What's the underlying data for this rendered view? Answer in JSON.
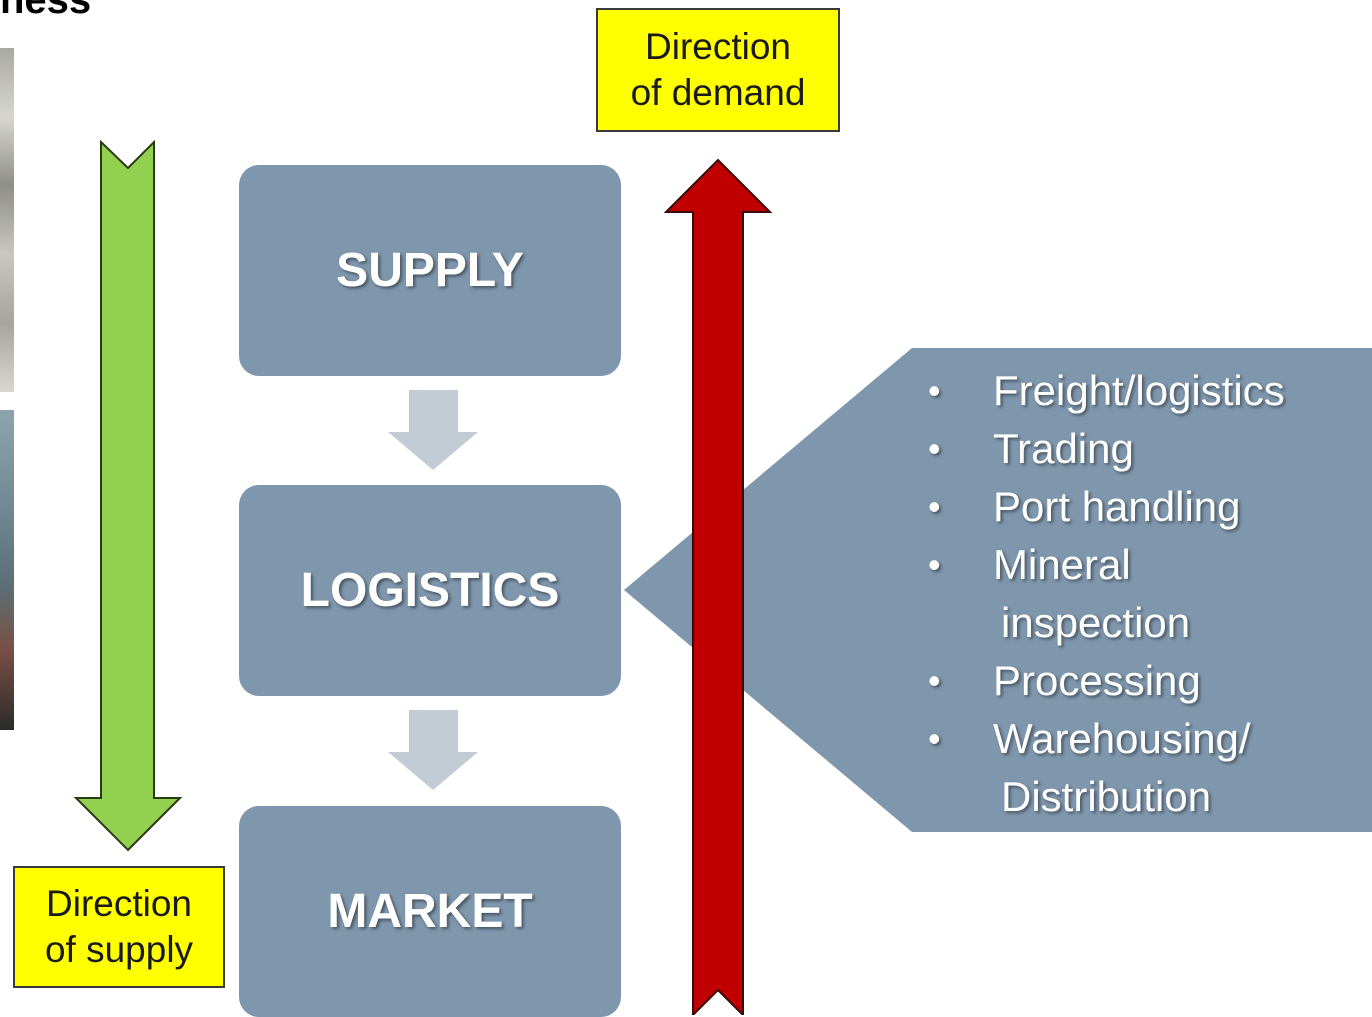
{
  "title": "ness",
  "labels": {
    "direction_of_demand": [
      "Direction",
      "of demand"
    ],
    "direction_of_supply": [
      "Direction",
      "of supply"
    ]
  },
  "blocks": {
    "supply": "SUPPLY",
    "logistics": "LOGISTICS",
    "market": "MARKET"
  },
  "logistics_items": [
    "Freight/logistics",
    "Trading",
    "Port handling",
    "Mineral",
    "inspection",
    "Processing",
    "Warehousing/",
    "Distribution"
  ],
  "colors": {
    "block_fill": "#7f97ad",
    "supply_arrow": "#92d050",
    "demand_arrow": "#c00000",
    "callout_fill": "#ffff00",
    "flow_arrow": "#c3cbd5"
  }
}
